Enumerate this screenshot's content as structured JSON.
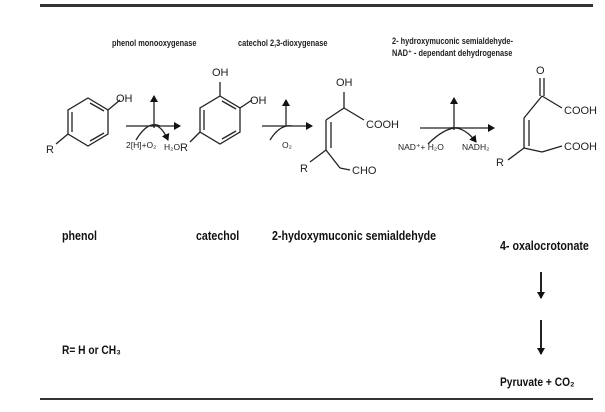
{
  "enzymes": {
    "e1": "phenol monooxygenase",
    "e2": "catechol 2,3-dioxygenase",
    "e3_line1": "2- hydroxymuconic semialdehyde-",
    "e3_line2": "NAD⁺ - dependant dehydrogenase"
  },
  "compounds": {
    "c1": "phenol",
    "c2": "catechol",
    "c3": "2-hydoxymuconic semialdehyde",
    "c4": "4- oxalocrotonate"
  },
  "step1": {
    "in": "2[H]+O₂",
    "out": "H₂O"
  },
  "step2": {
    "in": "O₂"
  },
  "step3": {
    "in": "NAD⁺+ H₂O",
    "out": "NADH₂"
  },
  "groups": {
    "oh": "OH",
    "r": "R",
    "cooh": "COOH",
    "cho": "CHO",
    "o": "O"
  },
  "footnote": "R= H or CH₃",
  "product": "Pyruvate + CO₂"
}
